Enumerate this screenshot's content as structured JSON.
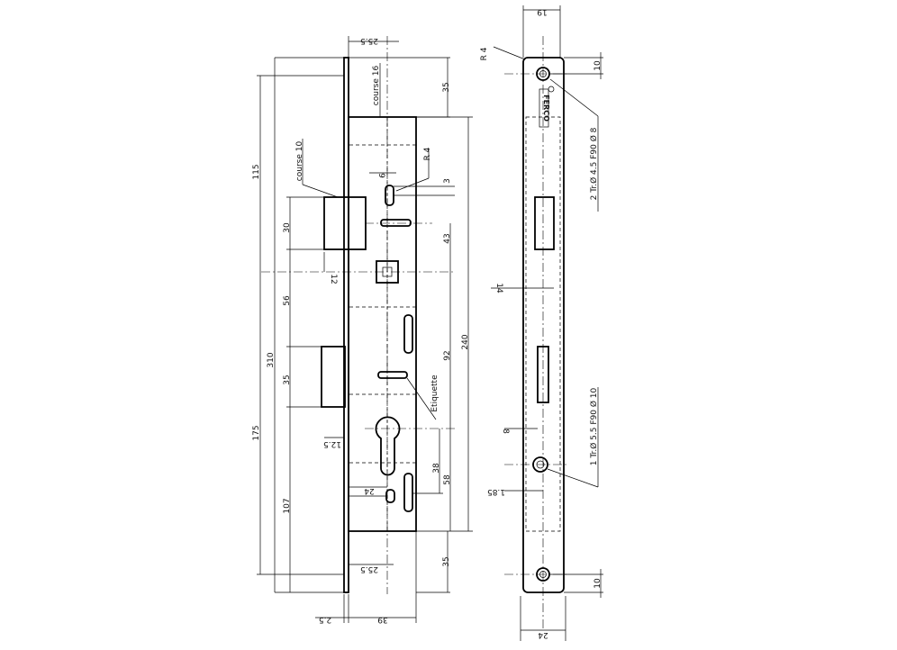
{
  "drawing": {
    "left_view": {
      "top_dims": {
        "width_top": "25.5",
        "course_16": "course 16",
        "d35_top": "35",
        "course_10": "course 10",
        "r4": "R 4",
        "d9": "9",
        "d3": "3"
      },
      "left_dims": {
        "d115": "115",
        "d30": "30",
        "d12": "12",
        "d56": "56",
        "d310": "310",
        "d35": "35",
        "d175": "175",
        "d12_5": "12.5",
        "d107": "107"
      },
      "right_dims": {
        "d43": "43",
        "d92": "92",
        "d240": "240",
        "etiquette": "Etiquette",
        "d38": "38",
        "d58": "58",
        "d24": "24",
        "d35_bottom": "35"
      },
      "bottom_dims": {
        "width_bottom": "25.5",
        "d2_5": "2.5",
        "d39": "39"
      }
    },
    "right_view": {
      "top_dims": {
        "d19": "19",
        "r4": "R 4",
        "d10_top": "10"
      },
      "callouts": {
        "hole_top": "2 Tr.Ø 4.5 F90 Ø 8",
        "hole_mid": "1 Tr.Ø 5.5 F90 Ø 10"
      },
      "dims": {
        "d14": "14",
        "d8": "8",
        "d1_85": "1.85",
        "d10_bottom": "10",
        "d24": "24"
      },
      "logo_text": "FERCO"
    }
  }
}
